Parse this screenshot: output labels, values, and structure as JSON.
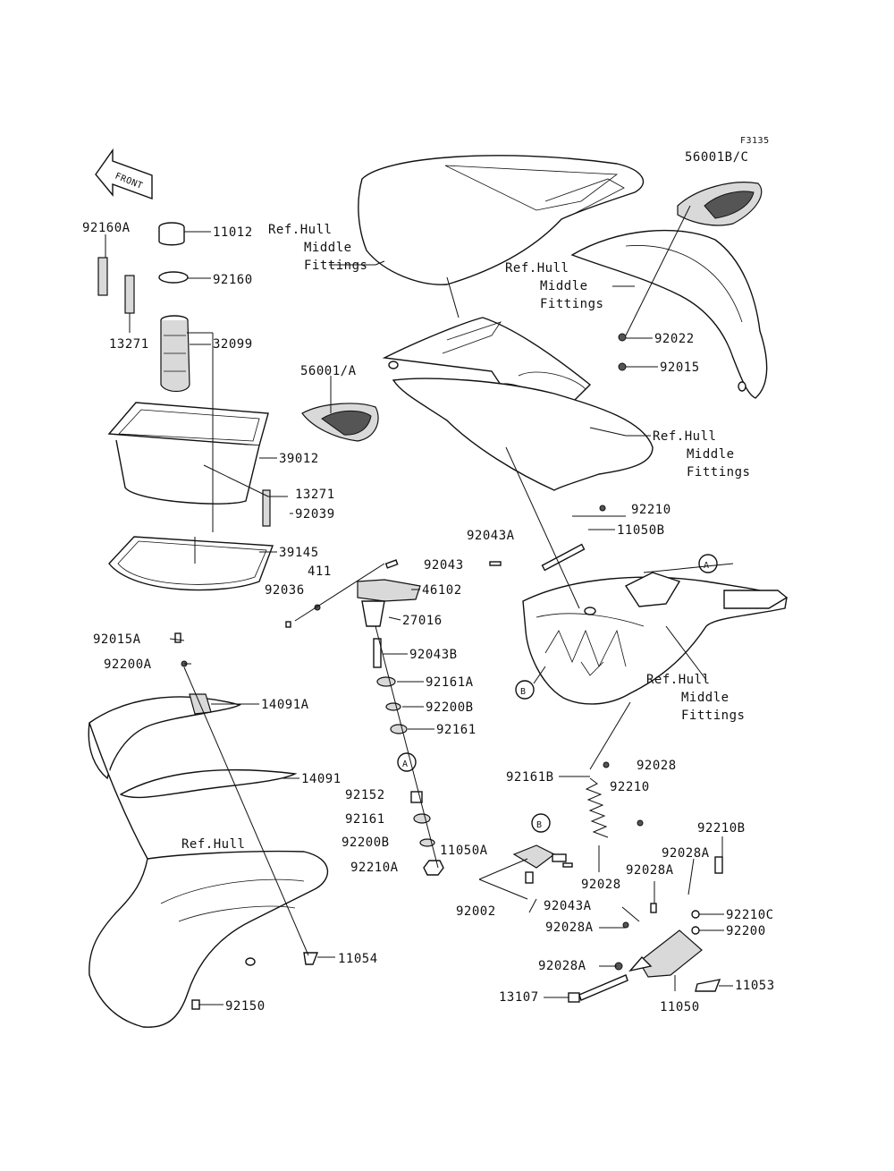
{
  "figure_code": "F3135",
  "front_arrow_label": "FRONT",
  "ref_hull_middle_fittings_a": [
    "Ref.Hull",
    "Middle",
    "Fittings"
  ],
  "ref_hull_middle_fittings_b": [
    "Ref.Hull",
    "Middle",
    "Fittings"
  ],
  "ref_hull_middle_fittings_c": [
    "Ref.Hull",
    "Middle",
    "Fittings"
  ],
  "ref_hull_middle_fittings_d": [
    "Ref.Hull",
    "Middle",
    "Fittings"
  ],
  "ref_hull": "Ref.Hull",
  "circle_marks": {
    "a1": "A",
    "a2": "A",
    "b1": "B",
    "b2": "B"
  },
  "parts": {
    "p92160A": "92160A",
    "p11012": "11012",
    "p92160": "92160",
    "p13271a": "13271",
    "p32099": "32099",
    "p56001A": "56001/A",
    "p39012": "39012",
    "p13271b": "13271",
    "p92039": "92039",
    "p39145": "39145",
    "p56001BC": "56001B/C",
    "p92022": "92022",
    "p92015": "92015",
    "p92210a": "92210",
    "p11050B": "11050B",
    "p92043A": "92043A",
    "p92043": "92043",
    "p411": "411",
    "p92036": "92036",
    "p46102": "46102",
    "p27016": "27016",
    "p92043B": "92043B",
    "p92161A": "92161A",
    "p92200B": "92200B",
    "p92161a": "92161",
    "p92015A": "92015A",
    "p92200A": "92200A",
    "p14091A": "14091A",
    "p14091": "14091",
    "p92152": "92152",
    "p92161b": "92161",
    "p92200Bb": "92200B",
    "p92210A": "92210A",
    "p11050A": "11050A",
    "p92002": "92002",
    "p11054": "11054",
    "p92150": "92150",
    "p92161B": "92161B",
    "p92028a": "92028",
    "p92210b": "92210",
    "p92028b": "92028",
    "p92210B": "92210B",
    "p92028Aa": "92028A",
    "p92028Ab": "92028A",
    "p92043Ab": "92043A",
    "p92028Ac": "92028A",
    "p92210C": "92210C",
    "p92200": "92200",
    "p92028Ad": "92028A",
    "p13107": "13107",
    "p11050": "11050",
    "p11053": "11053"
  }
}
